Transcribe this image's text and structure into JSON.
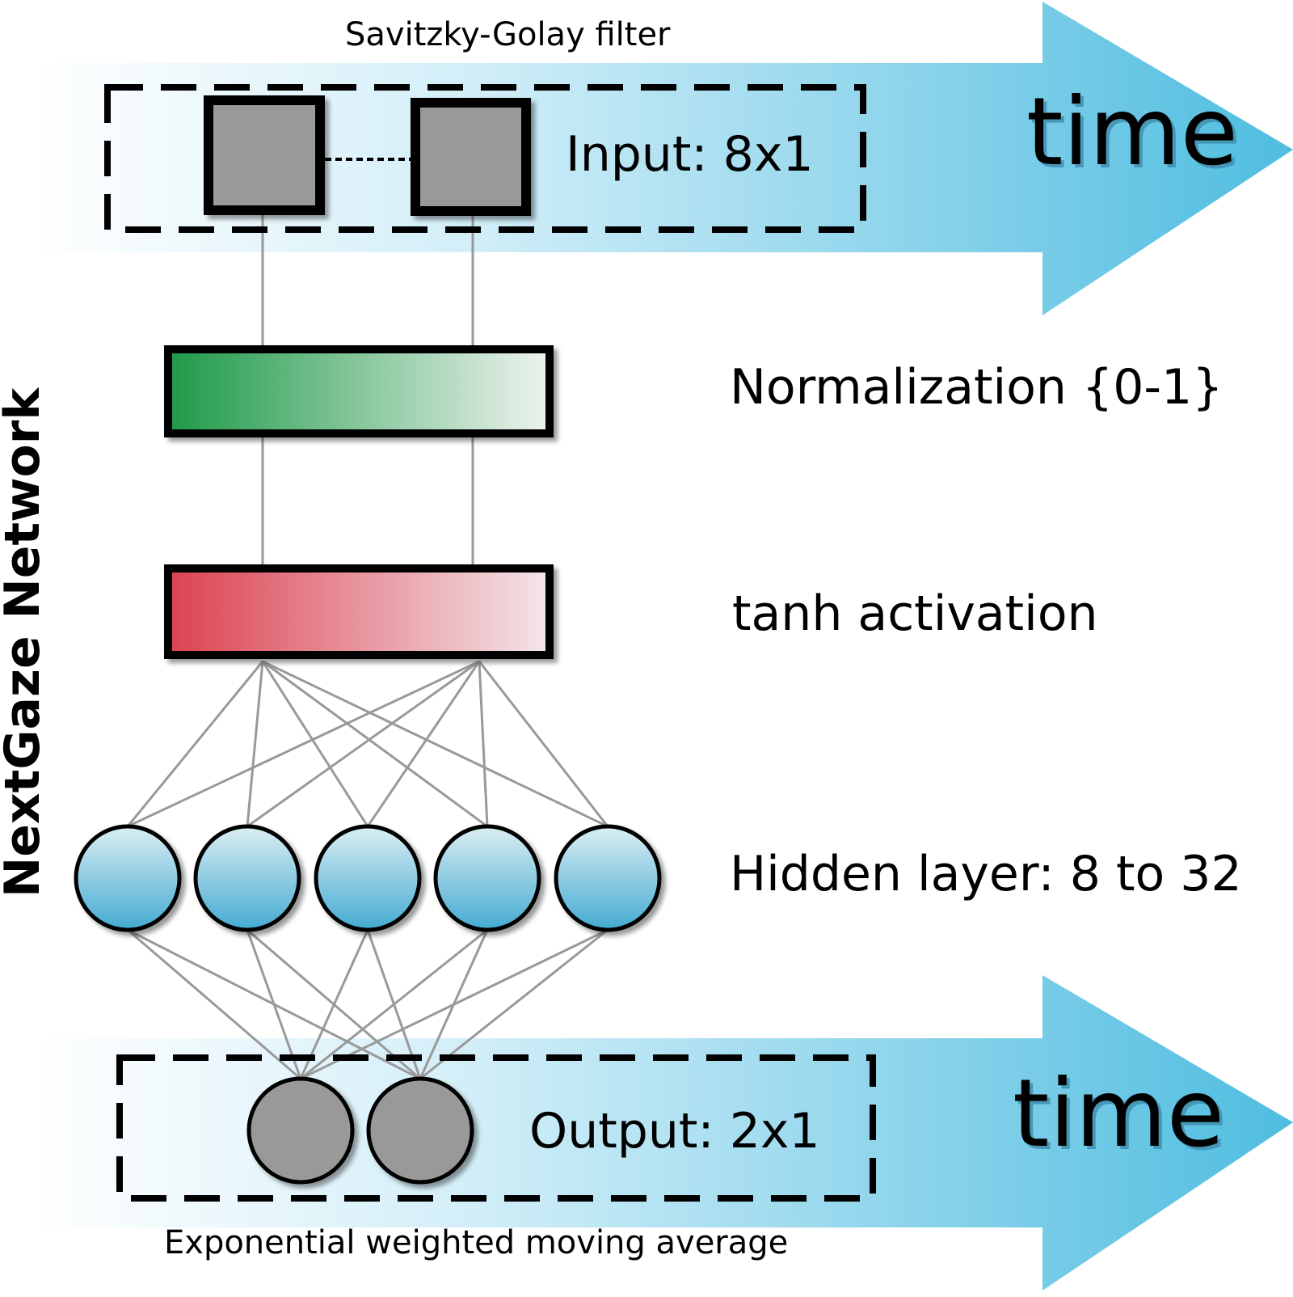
{
  "network_title": "NextGaze Network",
  "top_band": {
    "time_label": "time",
    "caption": "Savitzky-Golay filter",
    "input_label": "Input: 8x1"
  },
  "layers": {
    "normalization_label": "Normalization {0-1}",
    "tanh_label": "tanh activation",
    "hidden_label": "Hidden layer: 8 to 32"
  },
  "bottom_band": {
    "time_label": "time",
    "output_label": "Output: 2x1",
    "caption": "Exponential weighted moving average"
  },
  "colors": {
    "arrow_blue": "#4fbde0",
    "normalization_green": "#1e9a48",
    "tanh_red": "#dc4250",
    "neuron_blue": "#4aacd1",
    "node_gray": "#999999"
  }
}
